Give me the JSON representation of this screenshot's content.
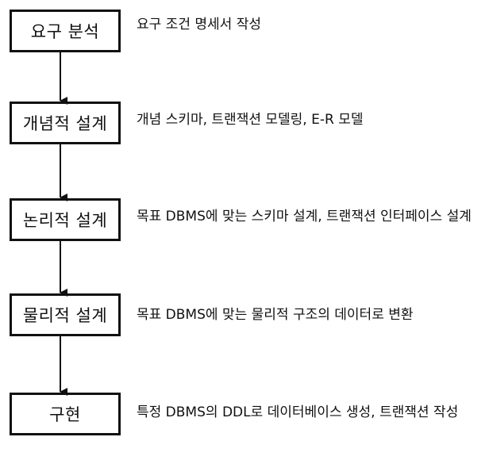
{
  "stages": [
    {
      "label": "요구 분석",
      "description": "요구 조건 명세서 작성"
    },
    {
      "label": "개념적 설계",
      "description": "개념 스키마, 트랜잭션 모델링, E-R 모델"
    },
    {
      "label": "논리적 설계",
      "description": "목표 DBMS에 맞는 스키마 설계, 트랜잭션 인터페이스 설계"
    },
    {
      "label": "물리적 설계",
      "description": "목표 DBMS에 맞는 물리적 구조의 데이터로 변환"
    },
    {
      "label": "구현",
      "description": "특정 DBMS의 DDL로 데이터베이스 생성, 트랜잭션 작성"
    }
  ],
  "colors": {
    "line": "#111111",
    "background": "#ffffff"
  }
}
